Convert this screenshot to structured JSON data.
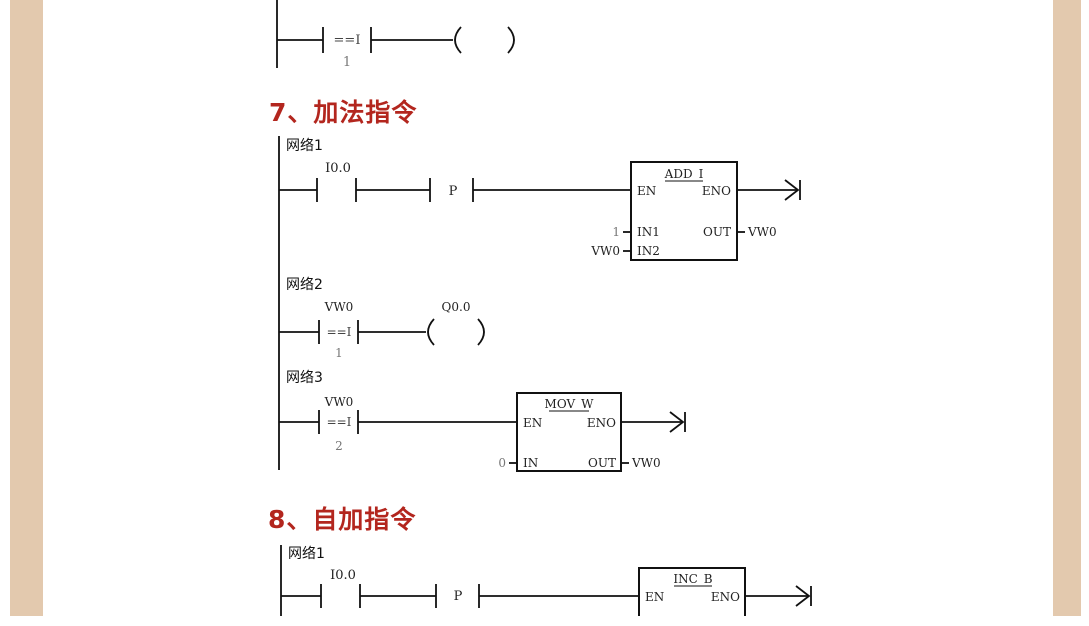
{
  "sections": [
    {
      "heading": "7、加法指令"
    },
    {
      "heading": "8、自加指令"
    }
  ],
  "prev": {
    "contact_op": "==I",
    "contact_const": "1"
  },
  "sec7": {
    "net1": {
      "label": "网络1",
      "contact_addr": "I0.0",
      "edge": "P",
      "block": {
        "name": "ADD_I",
        "en": "EN",
        "eno": "ENO",
        "in1": "IN1",
        "in2": "IN2",
        "out": "OUT"
      },
      "in1_val": "1",
      "in2_val": "VW0",
      "out_val": "VW0"
    },
    "net2": {
      "label": "网络2",
      "contact_addr": "VW0",
      "contact_op": "==I",
      "contact_const": "1",
      "coil_addr": "Q0.0"
    },
    "net3": {
      "label": "网络3",
      "contact_addr": "VW0",
      "contact_op": "==I",
      "contact_const": "2",
      "block": {
        "name": "MOV_W",
        "en": "EN",
        "eno": "ENO",
        "in": "IN",
        "out": "OUT"
      },
      "in_val": "0",
      "out_val": "VW0"
    }
  },
  "sec8": {
    "net1": {
      "label": "网络1",
      "contact_addr": "I0.0",
      "edge": "P",
      "block": {
        "name": "INC_B",
        "en": "EN",
        "eno": "ENO"
      }
    }
  }
}
